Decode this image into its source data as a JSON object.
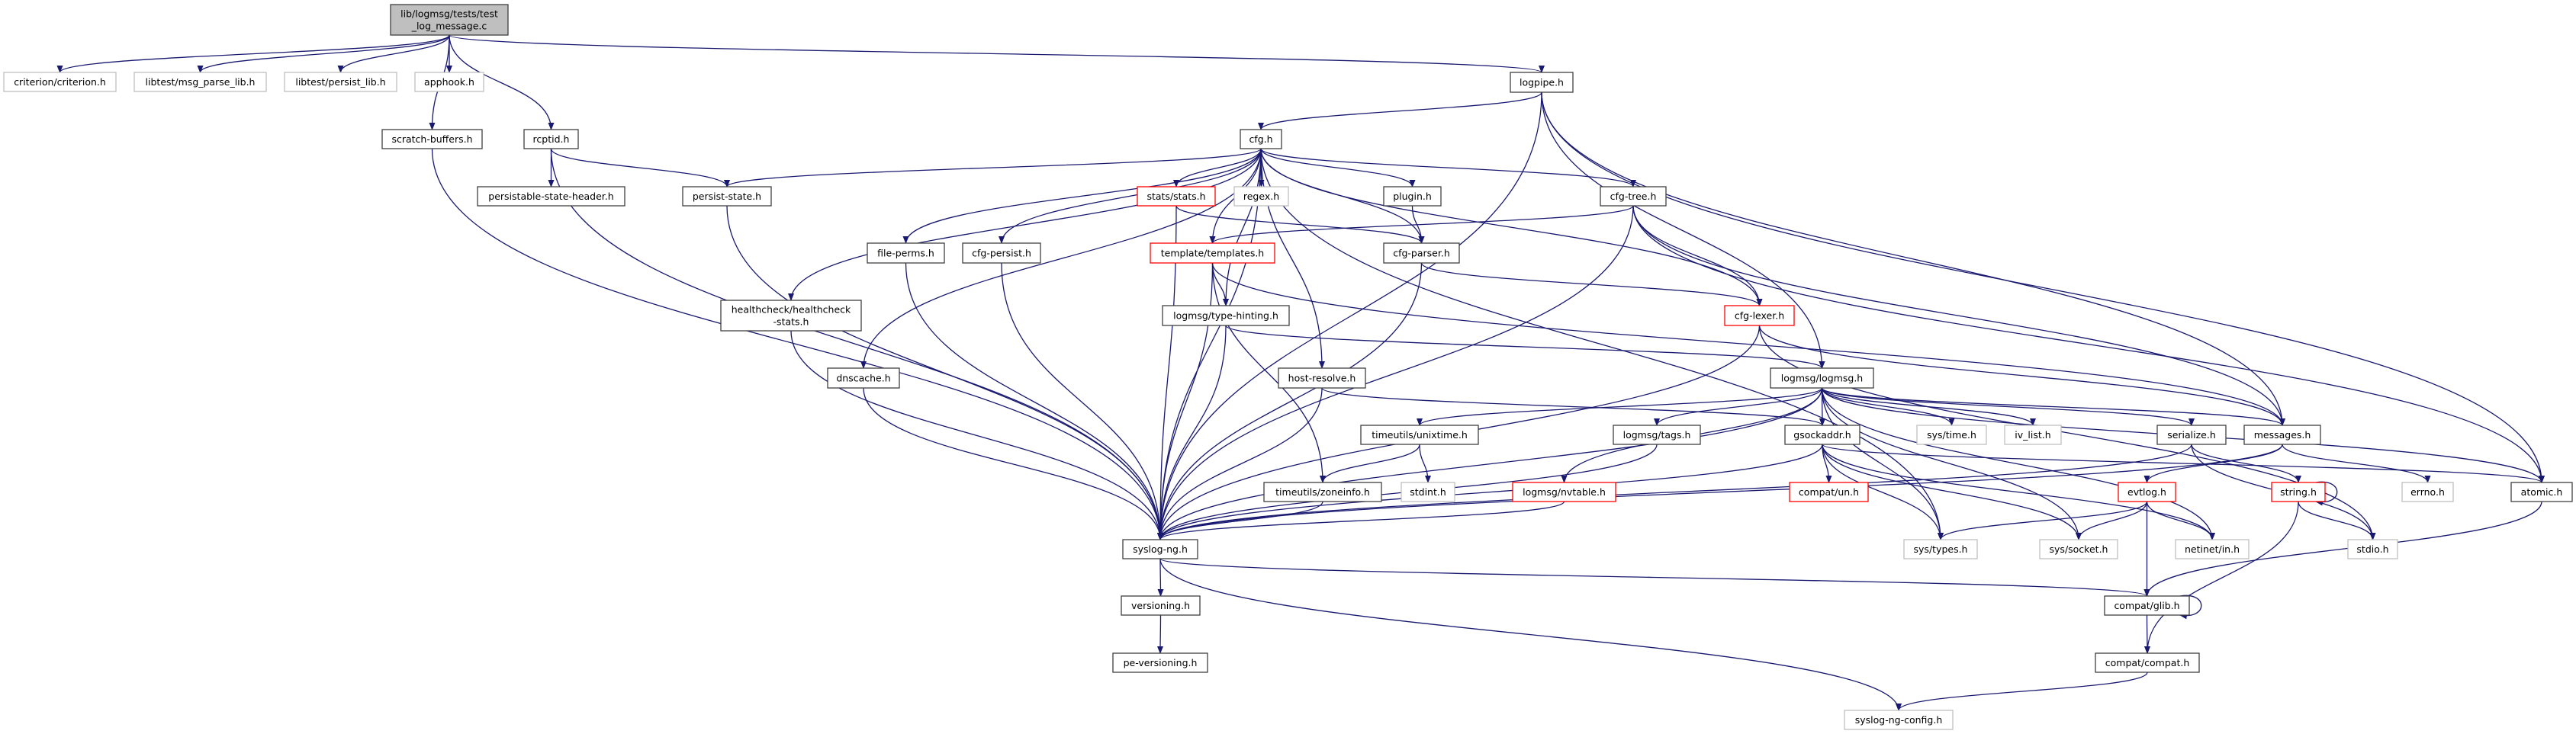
{
  "colors": {
    "edge": "#191970",
    "node_border": "#404040",
    "node_border_red": "#ff0000",
    "node_border_gray": "#bfbfbf",
    "root_fill": "#bfbfbf"
  },
  "nodes": [
    {
      "id": "root",
      "lines": [
        "lib/logmsg/tests/test",
        "_log_message.c"
      ],
      "style": "root"
    },
    {
      "id": "criterion",
      "lines": [
        "criterion/criterion.h"
      ],
      "style": "gray"
    },
    {
      "id": "msg_parse_lib",
      "lines": [
        "libtest/msg_parse_lib.h"
      ],
      "style": "gray"
    },
    {
      "id": "persist_lib",
      "lines": [
        "libtest/persist_lib.h"
      ],
      "style": "gray"
    },
    {
      "id": "apphook",
      "lines": [
        "apphook.h"
      ],
      "style": "gray"
    },
    {
      "id": "logpipe",
      "lines": [
        "logpipe.h"
      ],
      "style": "normal"
    },
    {
      "id": "scratch",
      "lines": [
        "scratch-buffers.h"
      ],
      "style": "normal"
    },
    {
      "id": "rcptid",
      "lines": [
        "rcptid.h"
      ],
      "style": "normal"
    },
    {
      "id": "cfg",
      "lines": [
        "cfg.h"
      ],
      "style": "normal"
    },
    {
      "id": "pshdr",
      "lines": [
        "persistable-state-header.h"
      ],
      "style": "normal"
    },
    {
      "id": "persist_state",
      "lines": [
        "persist-state.h"
      ],
      "style": "normal"
    },
    {
      "id": "stats",
      "lines": [
        "stats/stats.h"
      ],
      "style": "red"
    },
    {
      "id": "regex",
      "lines": [
        "regex.h"
      ],
      "style": "gray"
    },
    {
      "id": "plugin",
      "lines": [
        "plugin.h"
      ],
      "style": "normal"
    },
    {
      "id": "cfg_tree",
      "lines": [
        "cfg-tree.h"
      ],
      "style": "normal"
    },
    {
      "id": "file_perms",
      "lines": [
        "file-perms.h"
      ],
      "style": "normal"
    },
    {
      "id": "cfg_persist",
      "lines": [
        "cfg-persist.h"
      ],
      "style": "normal"
    },
    {
      "id": "templates",
      "lines": [
        "template/templates.h"
      ],
      "style": "red"
    },
    {
      "id": "cfg_parser",
      "lines": [
        "cfg-parser.h"
      ],
      "style": "normal"
    },
    {
      "id": "healthcheck",
      "lines": [
        "healthcheck/healthcheck",
        "-stats.h"
      ],
      "style": "normal"
    },
    {
      "id": "type_hinting",
      "lines": [
        "logmsg/type-hinting.h"
      ],
      "style": "normal"
    },
    {
      "id": "cfg_lexer",
      "lines": [
        "cfg-lexer.h"
      ],
      "style": "red"
    },
    {
      "id": "dnscache",
      "lines": [
        "dnscache.h"
      ],
      "style": "normal"
    },
    {
      "id": "host_resolve",
      "lines": [
        "host-resolve.h"
      ],
      "style": "normal"
    },
    {
      "id": "logmsg",
      "lines": [
        "logmsg/logmsg.h"
      ],
      "style": "normal"
    },
    {
      "id": "unixtime",
      "lines": [
        "timeutils/unixtime.h"
      ],
      "style": "normal"
    },
    {
      "id": "tags",
      "lines": [
        "logmsg/tags.h"
      ],
      "style": "normal"
    },
    {
      "id": "gsockaddr",
      "lines": [
        "gsockaddr.h"
      ],
      "style": "normal"
    },
    {
      "id": "sys_time",
      "lines": [
        "sys/time.h"
      ],
      "style": "gray"
    },
    {
      "id": "iv_list",
      "lines": [
        "iv_list.h"
      ],
      "style": "gray"
    },
    {
      "id": "serialize",
      "lines": [
        "serialize.h"
      ],
      "style": "normal"
    },
    {
      "id": "messages",
      "lines": [
        "messages.h"
      ],
      "style": "normal"
    },
    {
      "id": "zoneinfo",
      "lines": [
        "timeutils/zoneinfo.h"
      ],
      "style": "normal"
    },
    {
      "id": "stdint",
      "lines": [
        "stdint.h"
      ],
      "style": "gray"
    },
    {
      "id": "nvtable",
      "lines": [
        "logmsg/nvtable.h"
      ],
      "style": "red"
    },
    {
      "id": "compat_un",
      "lines": [
        "compat/un.h"
      ],
      "style": "red"
    },
    {
      "id": "evtlog",
      "lines": [
        "evtlog.h"
      ],
      "style": "red"
    },
    {
      "id": "string",
      "lines": [
        "string.h"
      ],
      "style": "red"
    },
    {
      "id": "errno",
      "lines": [
        "errno.h"
      ],
      "style": "gray"
    },
    {
      "id": "atomic",
      "lines": [
        "atomic.h"
      ],
      "style": "normal"
    },
    {
      "id": "syslog_ng",
      "lines": [
        "syslog-ng.h"
      ],
      "style": "normal"
    },
    {
      "id": "sys_types",
      "lines": [
        "sys/types.h"
      ],
      "style": "gray"
    },
    {
      "id": "sys_socket",
      "lines": [
        "sys/socket.h"
      ],
      "style": "gray"
    },
    {
      "id": "netinet_in",
      "lines": [
        "netinet/in.h"
      ],
      "style": "gray"
    },
    {
      "id": "stdio",
      "lines": [
        "stdio.h"
      ],
      "style": "gray"
    },
    {
      "id": "versioning",
      "lines": [
        "versioning.h"
      ],
      "style": "normal"
    },
    {
      "id": "compat_glib",
      "lines": [
        "compat/glib.h"
      ],
      "style": "normal"
    },
    {
      "id": "pe_versioning",
      "lines": [
        "pe-versioning.h"
      ],
      "style": "normal"
    },
    {
      "id": "compat_compat",
      "lines": [
        "compat/compat.h"
      ],
      "style": "normal"
    },
    {
      "id": "syslog_ng_config",
      "lines": [
        "syslog-ng-config.h"
      ],
      "style": "gray"
    }
  ],
  "edges": [
    [
      "root",
      "criterion"
    ],
    [
      "root",
      "msg_parse_lib"
    ],
    [
      "root",
      "persist_lib"
    ],
    [
      "root",
      "apphook"
    ],
    [
      "root",
      "scratch"
    ],
    [
      "root",
      "rcptid"
    ],
    [
      "root",
      "logpipe"
    ],
    [
      "scratch",
      "syslog_ng"
    ],
    [
      "rcptid",
      "pshdr"
    ],
    [
      "rcptid",
      "syslog_ng"
    ],
    [
      "rcptid",
      "persist_state"
    ],
    [
      "logpipe",
      "syslog_ng"
    ],
    [
      "logpipe",
      "cfg"
    ],
    [
      "logpipe",
      "logmsg"
    ],
    [
      "logpipe",
      "messages"
    ],
    [
      "logpipe",
      "atomic"
    ],
    [
      "cfg",
      "persist_state"
    ],
    [
      "cfg",
      "healthcheck"
    ],
    [
      "cfg",
      "dnscache"
    ],
    [
      "cfg",
      "file_perms"
    ],
    [
      "cfg",
      "cfg_persist"
    ],
    [
      "cfg",
      "syslog_ng"
    ],
    [
      "cfg",
      "templates"
    ],
    [
      "cfg",
      "stats"
    ],
    [
      "cfg",
      "regex"
    ],
    [
      "cfg",
      "type_hinting"
    ],
    [
      "cfg",
      "host_resolve"
    ],
    [
      "cfg",
      "plugin"
    ],
    [
      "cfg",
      "cfg_parser"
    ],
    [
      "cfg",
      "cfg_tree"
    ],
    [
      "cfg",
      "cfg_lexer"
    ],
    [
      "cfg",
      "sys_types"
    ],
    [
      "persist_state",
      "syslog_ng"
    ],
    [
      "stats",
      "cfg_parser"
    ],
    [
      "stats",
      "syslog_ng"
    ],
    [
      "plugin",
      "cfg_parser"
    ],
    [
      "cfg_tree",
      "templates"
    ],
    [
      "cfg_tree",
      "cfg_lexer"
    ],
    [
      "cfg_tree",
      "syslog_ng"
    ],
    [
      "cfg_tree",
      "messages"
    ],
    [
      "cfg_tree",
      "atomic"
    ],
    [
      "cfg_parser",
      "cfg_lexer"
    ],
    [
      "cfg_parser",
      "syslog_ng"
    ],
    [
      "templates",
      "type_hinting"
    ],
    [
      "templates",
      "zoneinfo"
    ],
    [
      "templates",
      "syslog_ng"
    ],
    [
      "templates",
      "messages"
    ],
    [
      "file_perms",
      "syslog_ng"
    ],
    [
      "cfg_persist",
      "syslog_ng"
    ],
    [
      "healthcheck",
      "syslog_ng"
    ],
    [
      "dnscache",
      "syslog_ng"
    ],
    [
      "type_hinting",
      "syslog_ng"
    ],
    [
      "type_hinting",
      "logmsg"
    ],
    [
      "cfg_lexer",
      "syslog_ng"
    ],
    [
      "cfg_lexer",
      "messages"
    ],
    [
      "cfg_lexer",
      "stdio"
    ],
    [
      "host_resolve",
      "syslog_ng"
    ],
    [
      "host_resolve",
      "gsockaddr"
    ],
    [
      "logmsg",
      "unixtime"
    ],
    [
      "logmsg",
      "tags"
    ],
    [
      "logmsg",
      "gsockaddr"
    ],
    [
      "logmsg",
      "nvtable"
    ],
    [
      "logmsg",
      "syslog_ng"
    ],
    [
      "logmsg",
      "sys_time"
    ],
    [
      "logmsg",
      "iv_list"
    ],
    [
      "logmsg",
      "serialize"
    ],
    [
      "logmsg",
      "messages"
    ],
    [
      "logmsg",
      "atomic"
    ],
    [
      "logmsg",
      "sys_types"
    ],
    [
      "logmsg",
      "sys_socket"
    ],
    [
      "logmsg",
      "netinet_in"
    ],
    [
      "unixtime",
      "zoneinfo"
    ],
    [
      "unixtime",
      "stdint"
    ],
    [
      "zoneinfo",
      "syslog_ng"
    ],
    [
      "tags",
      "syslog_ng"
    ],
    [
      "nvtable",
      "syslog_ng"
    ],
    [
      "gsockaddr",
      "compat_un"
    ],
    [
      "gsockaddr",
      "syslog_ng"
    ],
    [
      "gsockaddr",
      "sys_types"
    ],
    [
      "gsockaddr",
      "sys_socket"
    ],
    [
      "gsockaddr",
      "netinet_in"
    ],
    [
      "gsockaddr",
      "atomic"
    ],
    [
      "serialize",
      "syslog_ng"
    ],
    [
      "serialize",
      "string"
    ],
    [
      "serialize",
      "stdio"
    ],
    [
      "messages",
      "evtlog"
    ],
    [
      "messages",
      "syslog_ng"
    ],
    [
      "messages",
      "errno"
    ],
    [
      "evtlog",
      "sys_types"
    ],
    [
      "evtlog",
      "sys_socket"
    ],
    [
      "evtlog",
      "netinet_in"
    ],
    [
      "evtlog",
      "compat_glib"
    ],
    [
      "string",
      "string"
    ],
    [
      "string",
      "stdio"
    ],
    [
      "string",
      "compat_compat"
    ],
    [
      "atomic",
      "compat_glib"
    ],
    [
      "syslog_ng",
      "versioning"
    ],
    [
      "syslog_ng",
      "compat_glib"
    ],
    [
      "syslog_ng",
      "syslog_ng_config"
    ],
    [
      "versioning",
      "pe_versioning"
    ],
    [
      "compat_glib",
      "compat_glib"
    ],
    [
      "compat_glib",
      "compat_compat"
    ],
    [
      "compat_compat",
      "syslog_ng_config"
    ]
  ]
}
